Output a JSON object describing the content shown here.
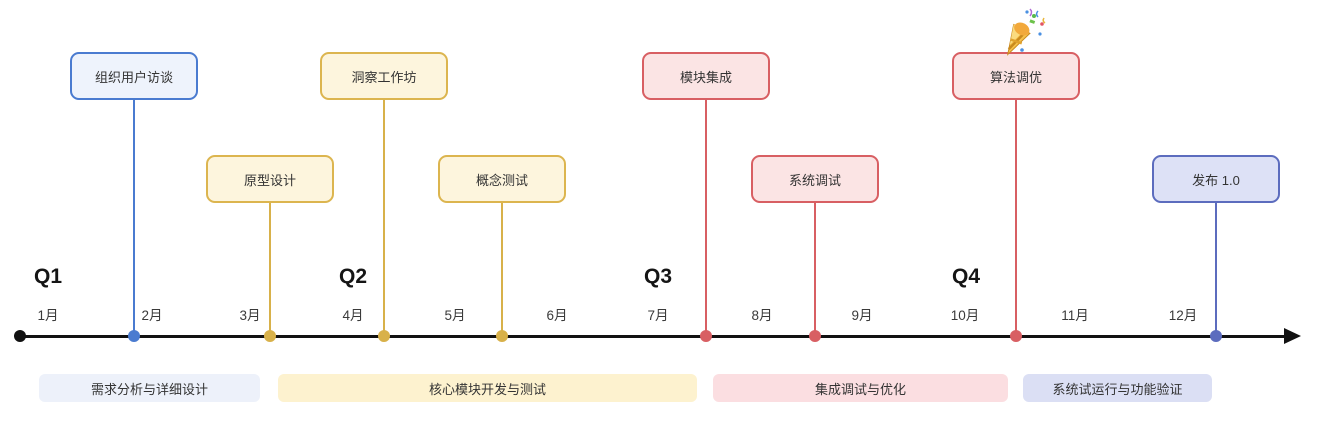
{
  "timeline": {
    "quarters": [
      "Q1",
      "Q2",
      "Q3",
      "Q4"
    ],
    "months": [
      "1月",
      "2月",
      "3月",
      "4月",
      "5月",
      "6月",
      "7月",
      "8月",
      "9月",
      "10月",
      "11月",
      "12月"
    ]
  },
  "milestones": [
    {
      "label": "组织用户访谈",
      "color": "blue",
      "month": "2月"
    },
    {
      "label": "原型设计",
      "color": "yellow",
      "month": "3月"
    },
    {
      "label": "洞察工作坊",
      "color": "yellow",
      "month": "4月"
    },
    {
      "label": "概念测试",
      "color": "yellow",
      "month": "5月"
    },
    {
      "label": "模块集成",
      "color": "red",
      "month": "7月"
    },
    {
      "label": "系统调试",
      "color": "red",
      "month": "8月"
    },
    {
      "label": "算法调优",
      "color": "red",
      "month": "10月",
      "icon": "party-popper-icon"
    },
    {
      "label": "发布 1.0",
      "color": "indigo",
      "month": "12月"
    }
  ],
  "phases": [
    {
      "label": "需求分析与详细设计",
      "color": "#edf1fa"
    },
    {
      "label": "核心模块开发与测试",
      "color": "#fdf2cf"
    },
    {
      "label": "集成调试与优化",
      "color": "#fbdee1"
    },
    {
      "label": "系统试运行与功能验证",
      "color": "#dbdff4"
    }
  ],
  "palette": {
    "blue": {
      "border": "#4a7bd0",
      "fill": "#eef3fc"
    },
    "yellow": {
      "border": "#dcb54f",
      "fill": "#fdf5dd"
    },
    "red": {
      "border": "#d85f63",
      "fill": "#fbe4e4"
    },
    "indigo": {
      "border": "#5c6cbe",
      "fill": "#dde1f6"
    },
    "axis": "#111111"
  }
}
